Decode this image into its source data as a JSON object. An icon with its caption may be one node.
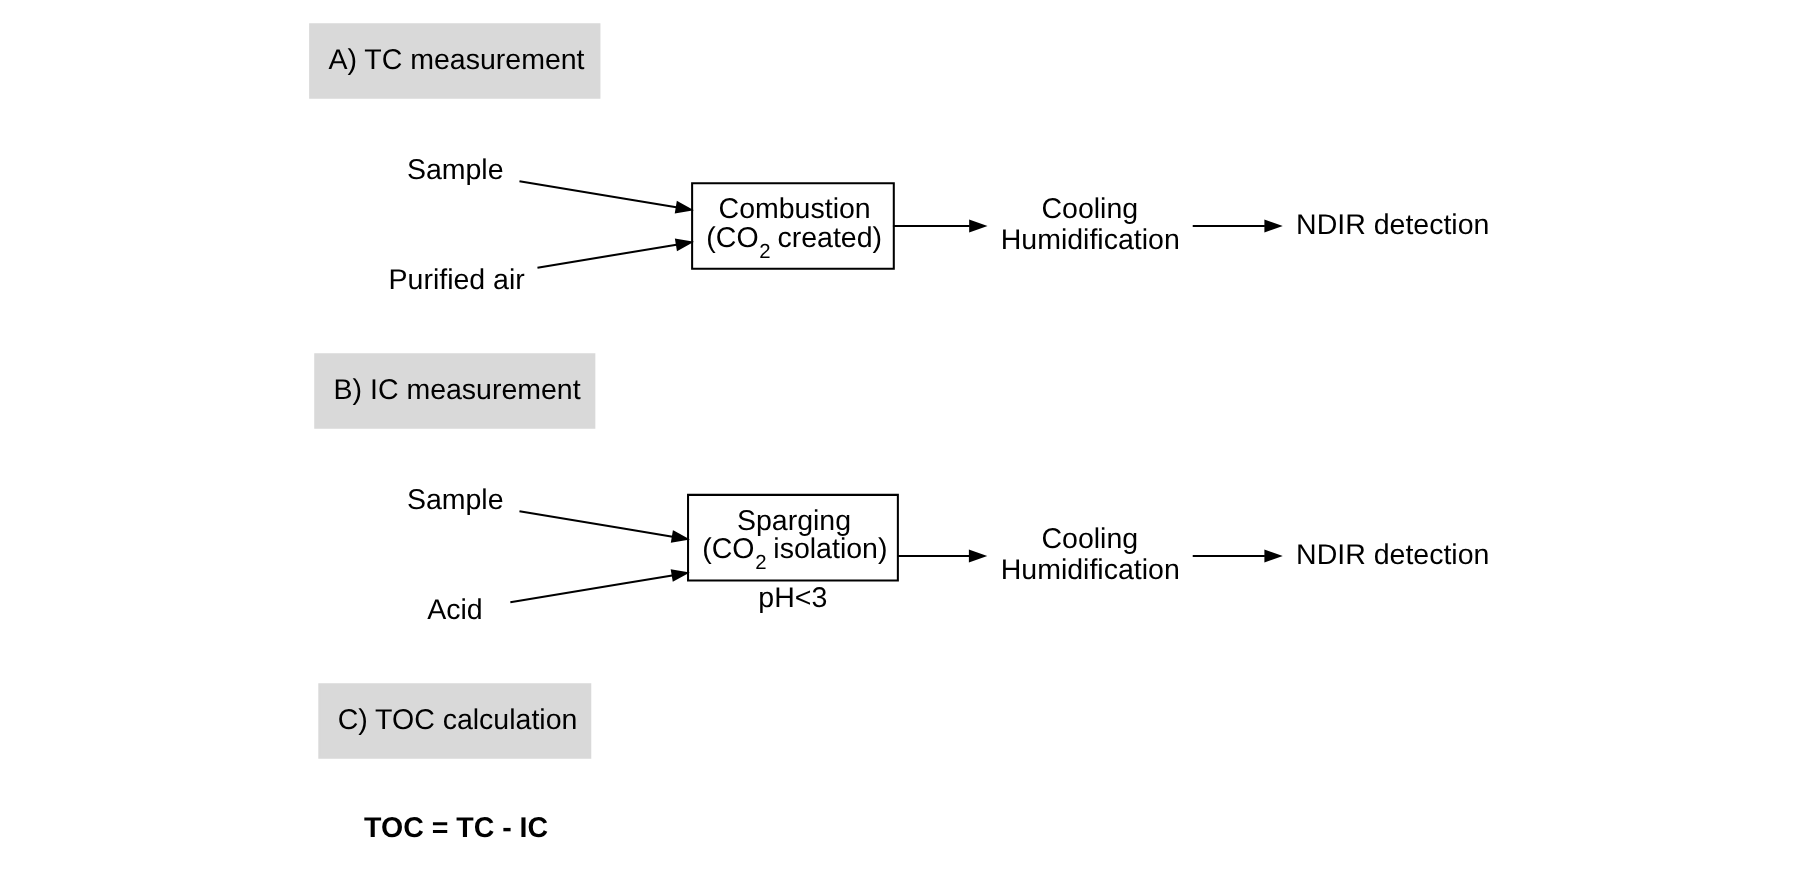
{
  "diagram": {
    "nodes": [
      {
        "text": [
          "A) TC measurement"
        ]
      },
      {
        "text": [
          "Purified air"
        ]
      },
      {
        "text": [
          "Sample"
        ]
      },
      {
        "text": [
          "Combustion (CO$_{2}$ created)"
        ]
      },
      {
        "text": [
          "Cooling Humidification"
        ]
      },
      {
        "text": [
          "NDIR detection"
        ]
      },
      {
        "text": [
          "B) IC measurement"
        ]
      },
      {
        "text": [
          "Acid"
        ]
      },
      {
        "text": [
          "Sample"
        ]
      },
      {
        "text": [
          "Sparging (CO$_{2}$ isolation)"
        ],
        "beside": [
          "pH<3"
        ]
      },
      {
        "text": [
          "Cooling Humidification"
        ]
      },
      {
        "text": [
          "NDIR detection"
        ]
      },
      {
        "text": [
          "C) TOC calculation"
        ]
      }
    ],
    "edges": [
      {
        "from": 1,
        "to": 3,
        "arrow": "to"
      },
      {
        "from": 2,
        "to": 3,
        "arrow": "to"
      },
      {
        "from": 3,
        "to": 4,
        "arrow": "to"
      },
      {
        "from": 4,
        "to": 5,
        "arrow": "to"
      },
      {
        "from": 7,
        "to": 9,
        "arrow": "to"
      },
      {
        "from": 8,
        "to": 9,
        "arrow": "to"
      },
      {
        "from": 9,
        "to": 10,
        "arrow": "to"
      },
      {
        "from": 10,
        "to": 11,
        "arrow": "to"
      }
    ],
    "labels": [
      "TOC = TC - IC"
    ]
  }
}
